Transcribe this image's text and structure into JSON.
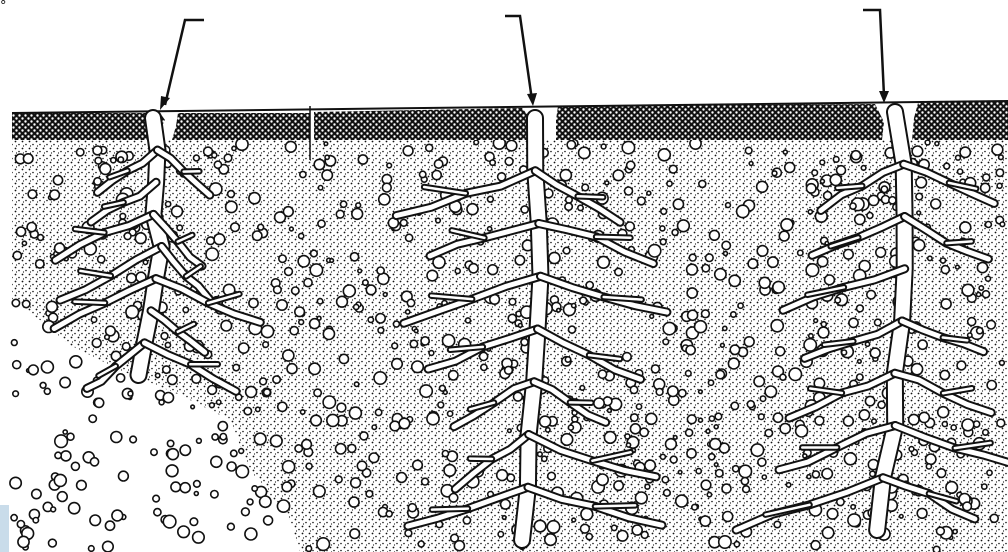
{
  "figure": {
    "corner_mark": "°",
    "panels": [
      {
        "id": "shallow-branching-well",
        "depth": "shallow"
      },
      {
        "id": "medium-branching-well",
        "depth": "deep"
      },
      {
        "id": "deep-branching-well",
        "depth": "deep"
      }
    ],
    "colors": {
      "ink": "#111111",
      "paper": "#ffffff",
      "edge_tint": "#c9dcea"
    }
  }
}
